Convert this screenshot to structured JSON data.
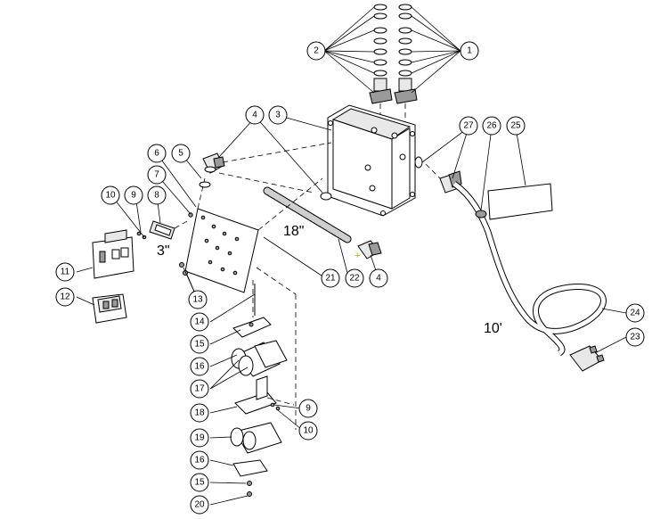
{
  "callouts": [
    {
      "label": "1"
    },
    {
      "label": "2"
    },
    {
      "label": "3"
    },
    {
      "label": "4"
    },
    {
      "label": "4"
    },
    {
      "label": "5"
    },
    {
      "label": "6"
    },
    {
      "label": "7"
    },
    {
      "label": "8"
    },
    {
      "label": "9"
    },
    {
      "label": "10"
    },
    {
      "label": "11"
    },
    {
      "label": "12"
    },
    {
      "label": "13"
    },
    {
      "label": "14"
    },
    {
      "label": "15"
    },
    {
      "label": "16"
    },
    {
      "label": "17"
    },
    {
      "label": "18"
    },
    {
      "label": "9"
    },
    {
      "label": "10"
    },
    {
      "label": "19"
    },
    {
      "label": "16"
    },
    {
      "label": "15"
    },
    {
      "label": "20"
    },
    {
      "label": "21"
    },
    {
      "label": "22"
    },
    {
      "label": "23"
    },
    {
      "label": "24"
    },
    {
      "label": "25"
    },
    {
      "label": "26"
    },
    {
      "label": "27"
    }
  ],
  "dimensions": {
    "din_rail_length": "3\"",
    "flex_conduit_length": "18\"",
    "cord_length": "10'"
  }
}
